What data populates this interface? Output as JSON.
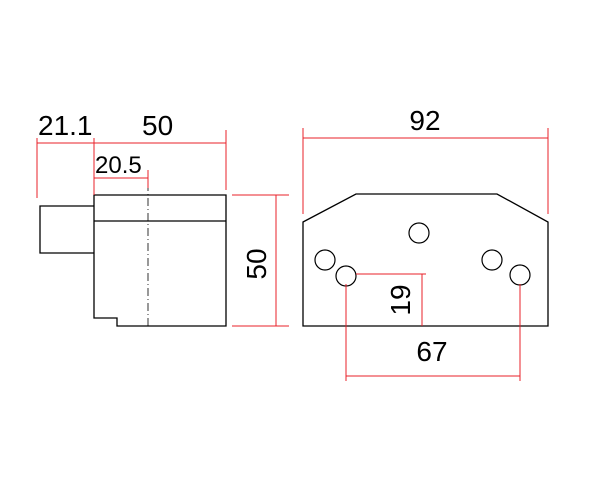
{
  "dimensions": {
    "side_offset": "21.1",
    "side_width": "50",
    "side_center": "20.5",
    "side_height": "50",
    "front_width": "92",
    "hole_vertical": "19",
    "hole_spacing": "67"
  },
  "colors": {
    "outline": "#000000",
    "dimension_line": "#e8202a"
  }
}
